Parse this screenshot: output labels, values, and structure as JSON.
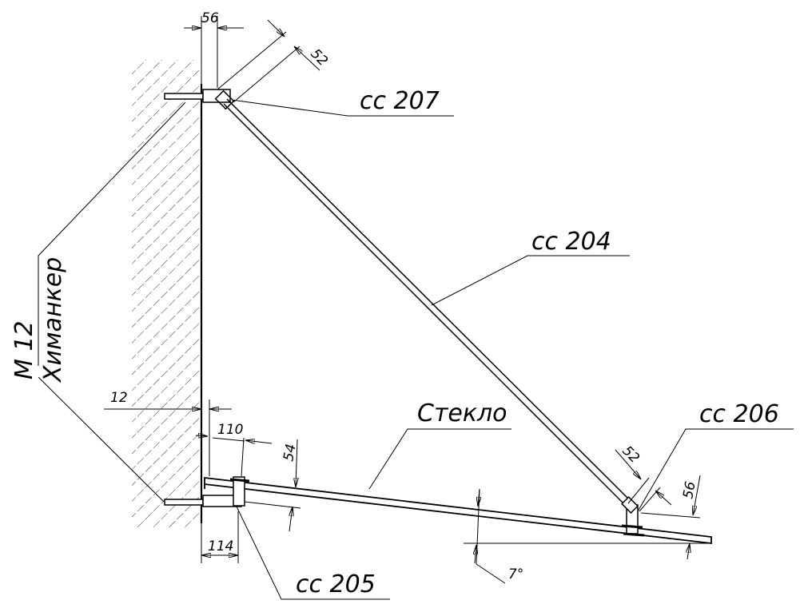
{
  "labels": {
    "cc207": "сс 207",
    "cc204": "сс 204",
    "cc206": "сс 206",
    "cc205": "сс 205",
    "glass": "Стекло",
    "anchor_size": "М 12",
    "anchor_type": "Химанкер"
  },
  "dimensions": {
    "top_56": "56",
    "top_52": "52",
    "wall_12": "12",
    "d110": "110",
    "d54": "54",
    "d114": "114",
    "right_52": "52",
    "right_56": "56",
    "angle": "7°"
  },
  "colors": {
    "line": "#000000",
    "background": "#ffffff"
  }
}
